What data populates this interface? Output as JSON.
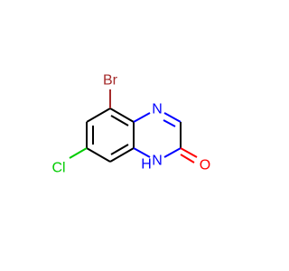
{
  "molecule": {
    "atoms": {
      "bromine": {
        "text": "Br"
      },
      "chlorine": {
        "text": "Cl"
      },
      "ring_nitrogen": {
        "text": "N"
      },
      "amine_nitrogen": {
        "text": "N"
      },
      "amine_hydrogen": {
        "text": "H"
      },
      "carbonyl_oxygen": {
        "text": "O"
      }
    }
  },
  "colors": {
    "carbon_bond": "#000000",
    "bromine": "#a52a2a",
    "chlorine": "#00cc00",
    "nitrogen": "#0000ff",
    "oxygen": "#ff0000"
  }
}
